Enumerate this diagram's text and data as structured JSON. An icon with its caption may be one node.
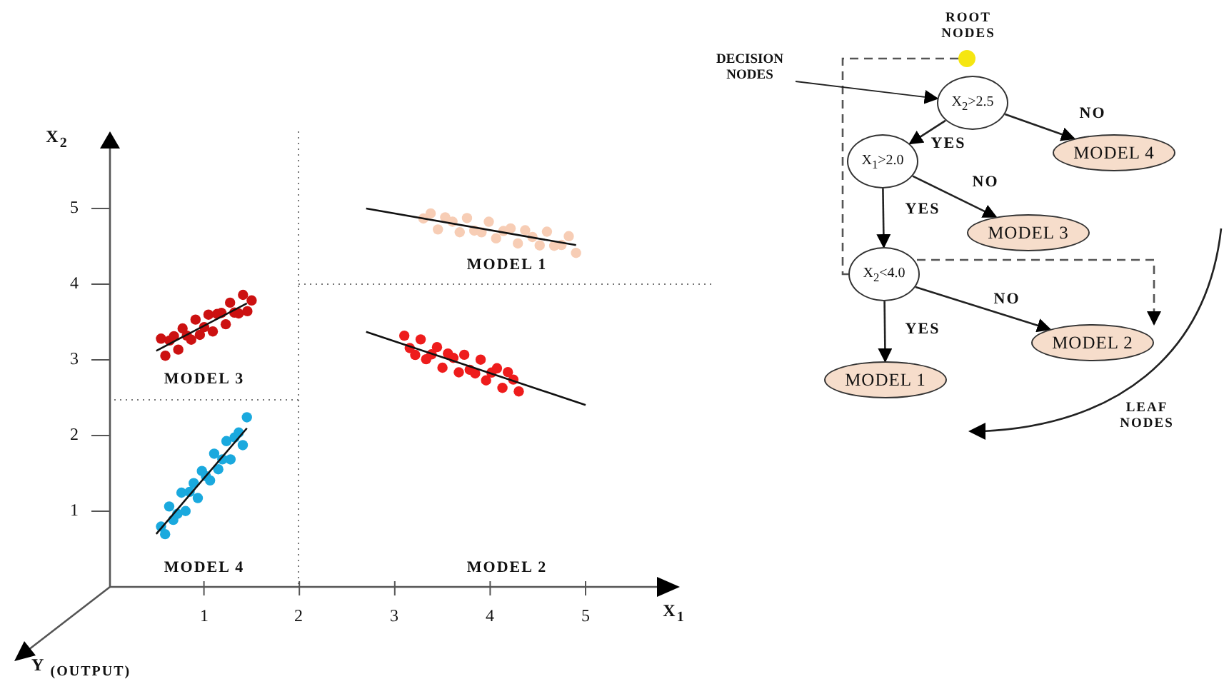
{
  "diagram": {
    "nodes": [
      {
        "text": [],
        "shape": "circle",
        "beside": [
          "ROOT NODES"
        ]
      },
      {
        "text": [
          "X$_{2}$>2.5"
        ]
      },
      {
        "text": [
          "MODEL 4"
        ]
      },
      {
        "text": [
          "X$_{1}$>2.0"
        ]
      },
      {
        "text": [
          "MODEL 3"
        ]
      },
      {
        "text": [
          "X$_{2}$<4.0"
        ]
      },
      {
        "text": [
          "MODEL 2"
        ]
      },
      {
        "text": [
          "MODEL 1"
        ]
      },
      {
        "text": [
          "DECISION NODES"
        ]
      }
    ],
    "edges": [
      {
        "from": 0,
        "to": 5,
        "arrow": "none",
        "style": "dashed"
      },
      {
        "from": 1,
        "to": 2,
        "arrow": "to",
        "label": "NO"
      },
      {
        "from": 1,
        "to": 3,
        "arrow": "to",
        "label": "YES"
      },
      {
        "from": 3,
        "to": 4,
        "arrow": "to",
        "label": "NO"
      },
      {
        "from": 3,
        "to": 5,
        "arrow": "to",
        "label": "YES"
      },
      {
        "from": 5,
        "to": 6,
        "arrow": "to",
        "label": "NO"
      },
      {
        "from": 5,
        "to": 7,
        "arrow": "to",
        "label": "YES"
      },
      {
        "from": 5,
        "to": 6,
        "arrow": "to",
        "style": "dashed"
      },
      {
        "from": 8,
        "to": 1,
        "arrow": "to"
      }
    ],
    "labels": [
      "X$_{2}$",
      "5",
      "4",
      "3",
      "2",
      "1",
      "MODEL 1",
      "MODEL 3",
      "MODEL 4",
      "MODEL 2",
      "1",
      "2",
      "3",
      "4",
      "5",
      "X$_{1}$",
      "Y $_{(OUTPUT)}$",
      "LEAF NODES"
    ]
  }
}
